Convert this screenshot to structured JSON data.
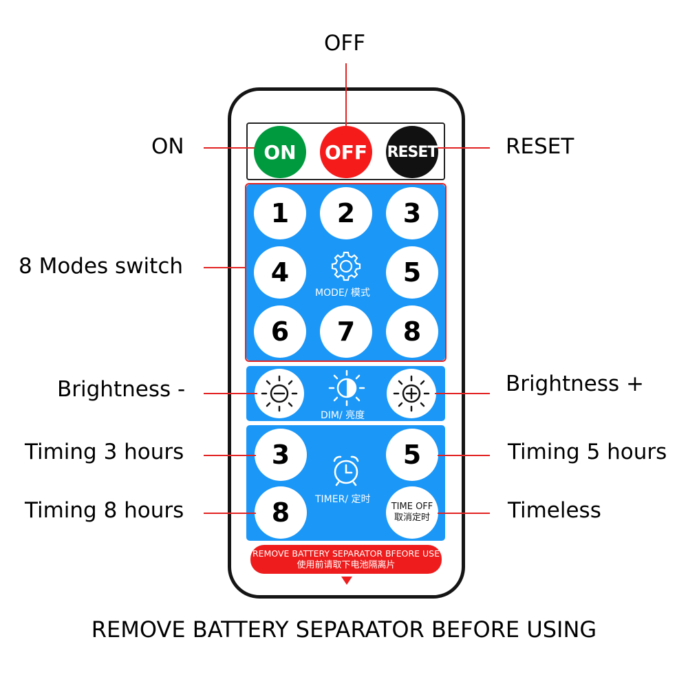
{
  "callouts": {
    "off": "OFF",
    "on": "ON",
    "reset": "RESET",
    "modes": "8 Modes switch",
    "brightness_minus": "Brightness -",
    "brightness_plus": "Brightness +",
    "timing3": "Timing 3 hours",
    "timing5": "Timing 5 hours",
    "timing8": "Timing 8 hours",
    "timeless": "Timeless"
  },
  "power_buttons": {
    "on": "ON",
    "off": "OFF",
    "reset": "RESET",
    "colors": {
      "on": "#009a3e",
      "off": "#f51b1b",
      "reset": "#111111"
    }
  },
  "mode_buttons": [
    "1",
    "2",
    "3",
    "4",
    "5",
    "6",
    "7",
    "8"
  ],
  "mode_label": "MODE/ 模式",
  "dim_label": "DIM/ 亮度",
  "timer_buttons": {
    "t3": "3",
    "t5": "5",
    "t8": "8",
    "off_en": "TIME OFF",
    "off_cn": "取消定时"
  },
  "timer_label": "TIMER/ 定时",
  "warning": {
    "en": "REMOVE BATTERY SEPARATOR BFEORE USE",
    "cn": "使用前请取下电池隔离片"
  },
  "bottom_title": "REMOVE BATTERY SEPARATOR BEFORE USING",
  "icons": [
    "gear-icon",
    "sun-minus-icon",
    "half-sun-icon",
    "sun-plus-icon",
    "alarm-clock-icon",
    "triangle-down-icon"
  ],
  "colors": {
    "panel_blue": "#1a97f7",
    "callout_line": "#e32222",
    "warning_red": "#ee1c1c"
  }
}
